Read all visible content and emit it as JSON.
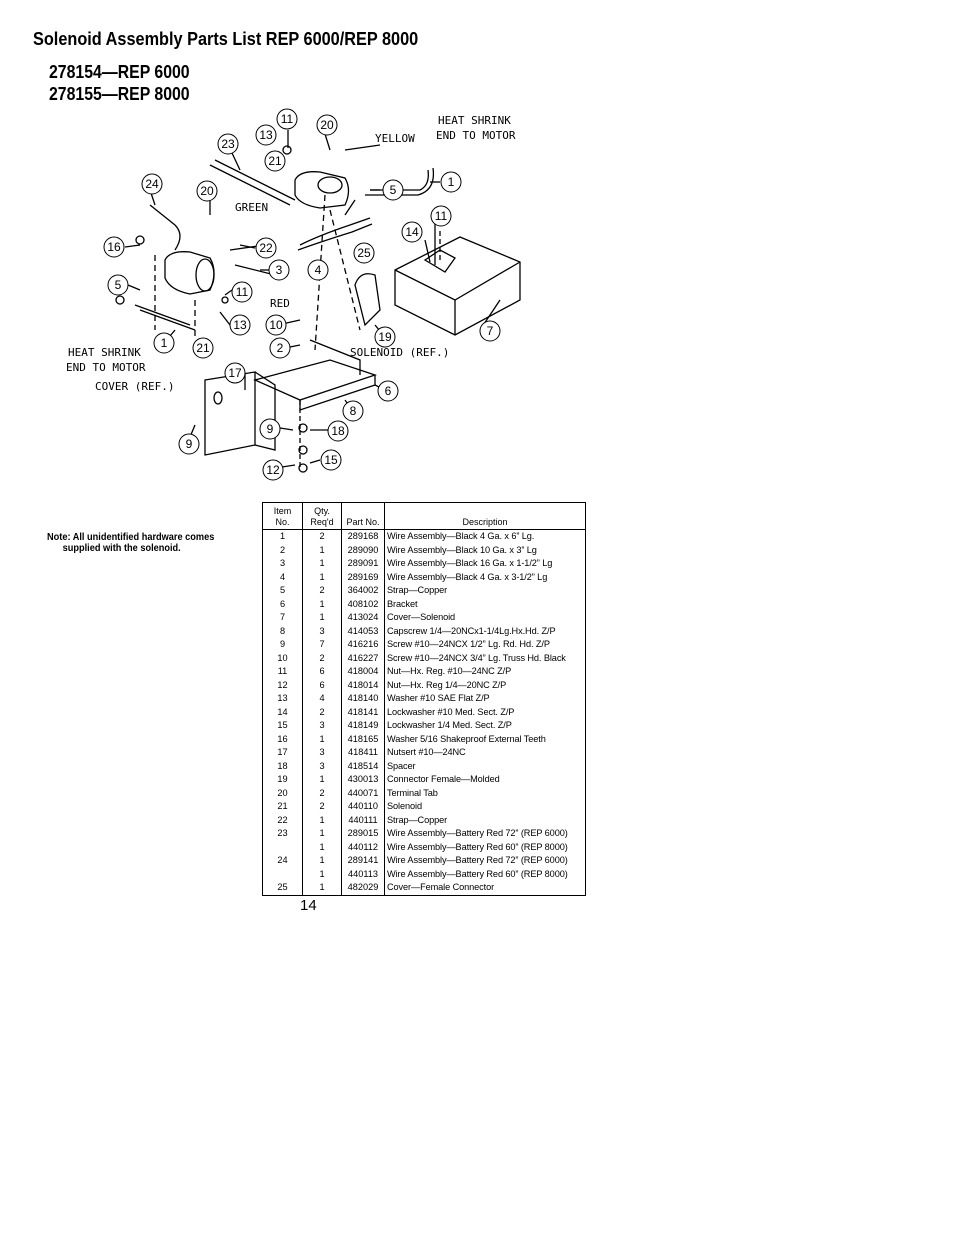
{
  "title": "Solenoid Assembly Parts List REP 6000/REP 8000",
  "models": [
    "278154—REP 6000",
    "278155—REP 8000"
  ],
  "diagram_labels": {
    "heat_shrink_top": "HEAT SHRINK",
    "end_to_motor_top": "END TO MOTOR",
    "heat_shrink_left": "HEAT SHRINK",
    "end_to_motor_left": "END TO MOTOR",
    "yellow": "YELLOW",
    "green": "GREEN",
    "red": "RED",
    "solenoid_ref": "SOLENOID (REF.)",
    "cover_ref": "COVER  (REF.)"
  },
  "callouts": [
    "11",
    "20",
    "13",
    "23",
    "21",
    "5",
    "1",
    "24",
    "20",
    "16",
    "22",
    "3",
    "4",
    "25",
    "14",
    "11",
    "5",
    "11",
    "13",
    "1",
    "21",
    "10",
    "2",
    "19",
    "7",
    "17",
    "6",
    "8",
    "9",
    "18",
    "9",
    "12",
    "15"
  ],
  "note": [
    "Note: All unidentified hardware comes",
    "supplied with the solenoid."
  ],
  "table": {
    "headers": {
      "item_1": "Item",
      "item_2": "No.",
      "qty_1": "Qty.",
      "qty_2": "Req'd",
      "part": "Part No.",
      "desc": "Description"
    },
    "rows": [
      {
        "item": "1",
        "qty": "2",
        "part": "289168",
        "desc": "Wire Assembly—Black 4 Ga. x 6” Lg."
      },
      {
        "item": "2",
        "qty": "1",
        "part": "289090",
        "desc": "Wire Assembly—Black 10 Ga. x 3” Lg"
      },
      {
        "item": "3",
        "qty": "1",
        "part": "289091",
        "desc": "Wire Assembly—Black 16 Ga. x 1-1/2” Lg"
      },
      {
        "item": "4",
        "qty": "1",
        "part": "289169",
        "desc": "Wire Assembly—Black 4 Ga. x 3-1/2” Lg"
      },
      {
        "item": "5",
        "qty": "2",
        "part": "364002",
        "desc": "Strap—Copper"
      },
      {
        "item": "6",
        "qty": "1",
        "part": "408102",
        "desc": "Bracket"
      },
      {
        "item": "7",
        "qty": "1",
        "part": "413024",
        "desc": "Cover—Solenoid"
      },
      {
        "item": "8",
        "qty": "3",
        "part": "414053",
        "desc": "Capscrew 1/4—20NCx1-1/4Lg.Hx.Hd. Z/P"
      },
      {
        "item": "9",
        "qty": "7",
        "part": "416216",
        "desc": "Screw #10—24NCX 1/2” Lg. Rd. Hd. Z/P"
      },
      {
        "item": "10",
        "qty": "2",
        "part": "416227",
        "desc": "Screw #10—24NCX 3/4” Lg. Truss Hd. Black"
      },
      {
        "item": "11",
        "qty": "6",
        "part": "418004",
        "desc": "Nut—Hx. Reg. #10—24NC Z/P"
      },
      {
        "item": "12",
        "qty": "6",
        "part": "418014",
        "desc": "Nut—Hx. Reg 1/4—20NC Z/P"
      },
      {
        "item": "13",
        "qty": "4",
        "part": "418140",
        "desc": "Washer #10 SAE Flat Z/P"
      },
      {
        "item": "14",
        "qty": "2",
        "part": "418141",
        "desc": "Lockwasher #10 Med. Sect. Z/P"
      },
      {
        "item": "15",
        "qty": "3",
        "part": "418149",
        "desc": "Lockwasher 1/4 Med. Sect. Z/P"
      },
      {
        "item": "16",
        "qty": "1",
        "part": "418165",
        "desc": "Washer 5/16 Shakeproof External Teeth"
      },
      {
        "item": "17",
        "qty": "3",
        "part": "418411",
        "desc": "Nutsert #10—24NC"
      },
      {
        "item": "18",
        "qty": "3",
        "part": "418514",
        "desc": "Spacer"
      },
      {
        "item": "19",
        "qty": "1",
        "part": "430013",
        "desc": "Connector Female—Molded"
      },
      {
        "item": "20",
        "qty": "2",
        "part": "440071",
        "desc": "Terminal Tab"
      },
      {
        "item": "21",
        "qty": "2",
        "part": "440110",
        "desc": "Solenoid"
      },
      {
        "item": "22",
        "qty": "1",
        "part": "440111",
        "desc": "Strap—Copper"
      },
      {
        "item": "23",
        "qty": "1",
        "part": "289015",
        "desc": "Wire Assembly—Battery Red 72” (REP 6000)"
      },
      {
        "item": "",
        "qty": "1",
        "part": "440112",
        "desc": "Wire Assembly—Battery Red 60” (REP 8000)"
      },
      {
        "item": "24",
        "qty": "1",
        "part": "289141",
        "desc": "Wire Assembly—Battery Red 72” (REP 6000)"
      },
      {
        "item": "",
        "qty": "1",
        "part": "440113",
        "desc": "Wire Assembly—Battery Red 60” (REP 8000)"
      },
      {
        "item": "25",
        "qty": "1",
        "part": "482029",
        "desc": "Cover—Female Connector"
      }
    ]
  },
  "page_number": "14"
}
